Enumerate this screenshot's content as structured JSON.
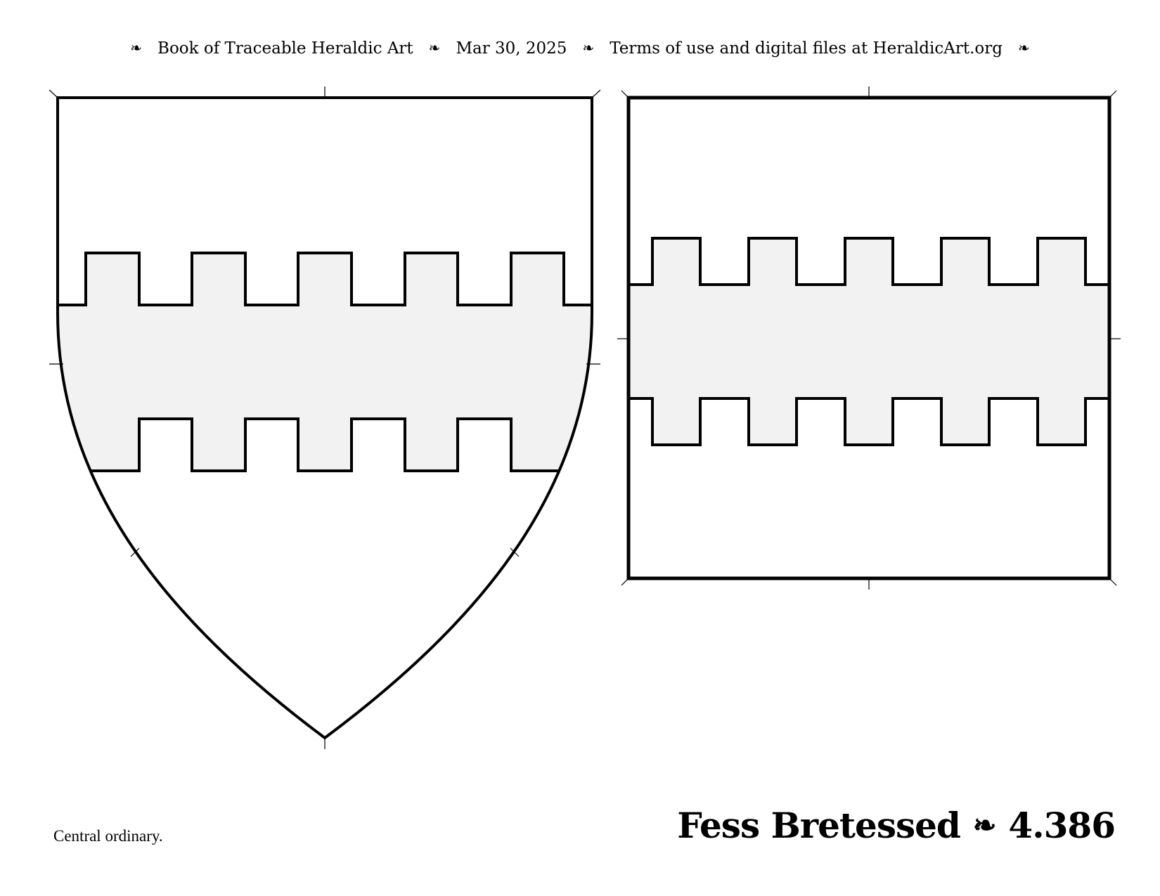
{
  "header": {
    "book": "Book of Traceable Heraldic Art",
    "date": "Mar 30, 2025",
    "terms": "Terms of use and digital files at HeraldicArt.org",
    "ornament": "❧"
  },
  "footer": {
    "note": "Central ordinary.",
    "title": "Fess Bretessed",
    "ornament": "❧",
    "number": "4.386"
  },
  "colors": {
    "field": "#ffffff",
    "charge": "#f2f2f2",
    "outline": "#000000"
  }
}
